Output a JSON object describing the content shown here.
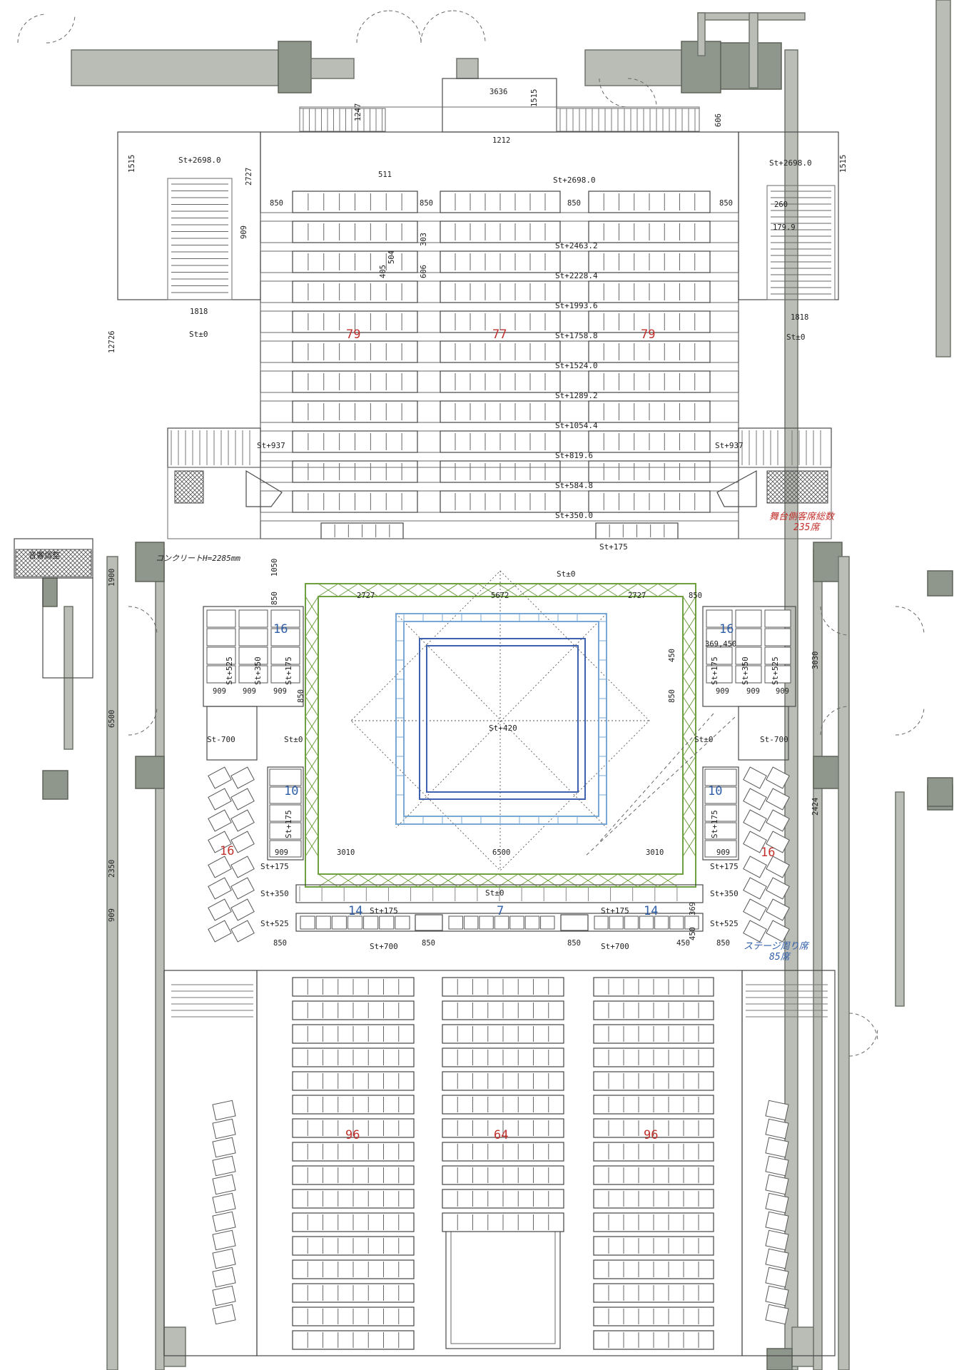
{
  "labels": {
    "seats_upper_left": "79",
    "seats_upper_center": "77",
    "seats_upper_right": "79",
    "seats_side_total": "舞台側客席総数",
    "seats_side_total_count": "235席",
    "stage_around": "ステージ周り席",
    "stage_around_count": "85席",
    "box_left_upper": "16",
    "box_right_upper": "16",
    "box_left_mid": "10",
    "box_right_mid": "10",
    "box_left_lower": "16",
    "box_right_lower": "16",
    "front_left": "14",
    "front_center": "7",
    "front_right": "14",
    "lower_left": "96",
    "lower_center": "64",
    "lower_right": "96",
    "concrete_note": "コンクリートH=2285mm",
    "room_tag": "音響調整"
  },
  "levels": {
    "top_left": "St+2698.0",
    "top_right": "St+2698.0",
    "top_center": "St+2698.0",
    "r2": "St+2463.2",
    "r3": "St+2228.4",
    "r4": "St+1993.6",
    "r5": "St+1758.8",
    "r6": "St+1524.0",
    "r7": "St+1289.2",
    "r8": "St+1054.4",
    "r9": "St+819.6",
    "r10": "St+584.8",
    "r11": "St+350.0",
    "st_left_zero": "St±0",
    "st_right_zero": "St±0",
    "st937_left": "St+937",
    "st937_right": "St+937",
    "st175_top": "St+175",
    "stage_zero_top": "St±0",
    "stage_center": "St+420",
    "stage_zero_left": "St±0",
    "stage_zero_right": "St±0",
    "stage_zero_bottom": "St±0",
    "st_m700_left": "St-700",
    "st_m700_right": "St-700",
    "st525_l": "St+525",
    "st350_l": "St+350",
    "st175_l": "St+175",
    "st525_r": "St+525",
    "st350_r": "St+350",
    "st175_r": "St+175",
    "st175_lmid": "St+175",
    "st175_rmid": "St+175",
    "ll175": "St+175",
    "ll350": "St+350",
    "ll525": "St+525",
    "rl175": "St+175",
    "rl350": "St+350",
    "rl525": "St+525",
    "front175_l": "St+175",
    "front175_r": "St+175",
    "st700_l": "St+700",
    "st700_r": "St+700"
  },
  "dims": {
    "d3636": "3636",
    "d1247": "1247",
    "d1515a": "1515",
    "d606a": "606",
    "d1212": "1212",
    "d1515_left": "1515",
    "d1515_right": "1515",
    "d2727": "2727",
    "d511": "511",
    "d850a": "850",
    "d850b": "850",
    "d850c": "850",
    "d850d": "850",
    "d909": "909",
    "d303": "303",
    "d405": "405",
    "d504": "504",
    "d606b": "606",
    "d260": "260",
    "d1799": "179.9",
    "d1818l": "1818",
    "d1818r": "1818",
    "d12726": "12726",
    "d1900": "1900",
    "d6500l": "6500",
    "d2350": "2350",
    "d909b": "909",
    "d1050": "1050",
    "d850e": "850",
    "d2727l": "2727",
    "d5672": "5672",
    "d2727r": "2727",
    "d850f": "850",
    "d850g": "850",
    "d850h": "850",
    "d909c": "909",
    "d909d": "909",
    "d909e": "909",
    "d909f": "909",
    "d909g": "909",
    "d909h": "909",
    "d450a": "450",
    "d369450": "369,450",
    "d3030": "3030",
    "d2424": "2424",
    "d3010l": "3010",
    "d6500c": "6500",
    "d3010r": "3010",
    "d909i": "909",
    "d909j": "909",
    "d369": "369",
    "d450b": "450",
    "d850i": "850",
    "d850j": "850",
    "d850k": "850",
    "d450c": "450",
    "d850l": "850"
  },
  "colors": {
    "wall": "#8f968b",
    "truss": "#6fa040",
    "rig_outer": "#7aa8d6",
    "rig_inner": "#3e62b0",
    "red_label": "#c0302c",
    "blue_label": "#2f5ea8"
  }
}
